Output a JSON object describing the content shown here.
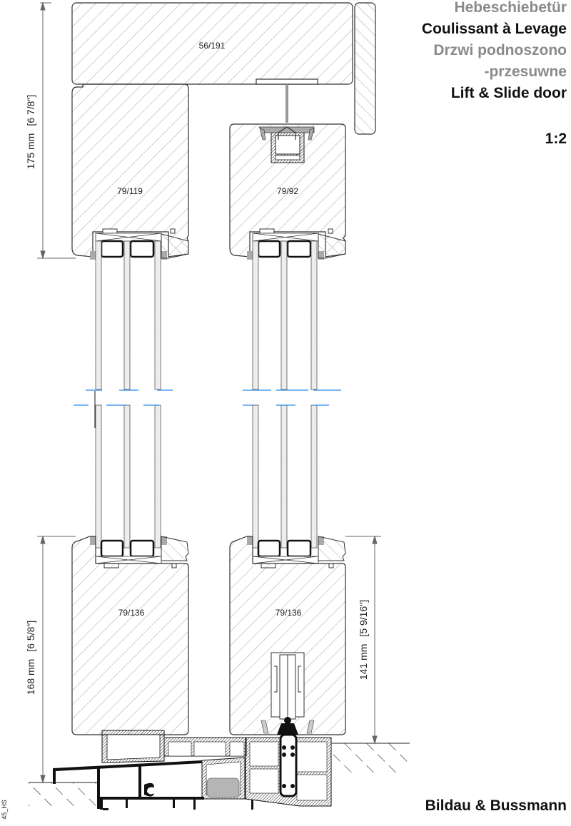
{
  "title": {
    "lines": [
      {
        "text": "Hebeschiebetür",
        "color": "#8a8a8a"
      },
      {
        "text": "Coulissant à Levage",
        "color": "#111111"
      },
      {
        "text": "Drzwi podnoszono",
        "color": "#8a8a8a"
      },
      {
        "text": "-przesuwne",
        "color": "#8a8a8a"
      },
      {
        "text": "Lift & Slide door",
        "color": "#111111"
      }
    ],
    "scale": "1:2"
  },
  "company": "Bildau & Bussmann",
  "drawing_id": "45_HS",
  "profiles": {
    "head_frame": "56/191",
    "fixed_top_rail": "79/119",
    "sliding_top_rail": "79/92",
    "fixed_bottom_rail": "79/136",
    "sliding_bottom_rail": "79/136"
  },
  "dimensions": {
    "top_left": {
      "mm": "175 mm",
      "inch": "[6 7/8\"]"
    },
    "bottom_left": {
      "mm": "168 mm",
      "inch": "[6 5/8\"]"
    },
    "bottom_right": {
      "mm": "141 mm",
      "inch": "[5 9/16\"]"
    }
  },
  "colors": {
    "outline": "#333333",
    "hatch": "#9a9a9a",
    "gasket": "#aaaaaa",
    "break_line": "#2a8ae6",
    "glass": "#e9e9e9"
  }
}
